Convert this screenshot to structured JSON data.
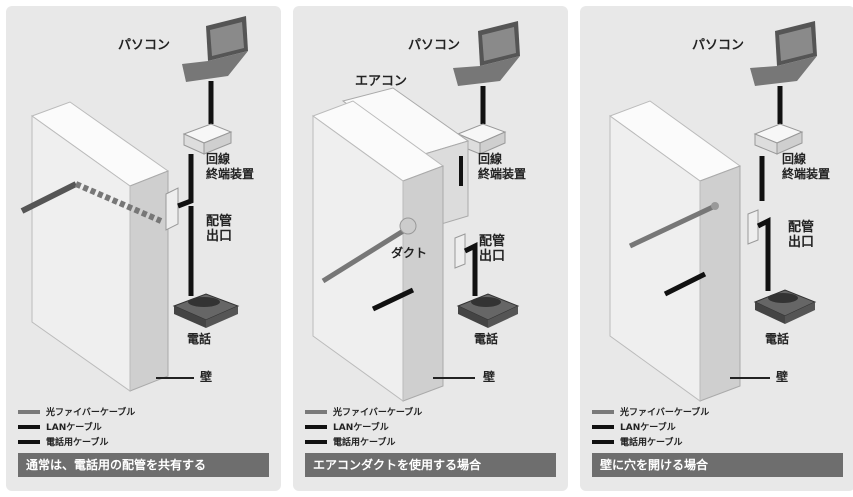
{
  "panels": [
    {
      "pc_label": "パソコン",
      "device_label": "回線\n終端装置",
      "outlet_label": "配管\n出口",
      "phone_label": "電話",
      "wall_label": "壁",
      "caption": "通常は、電話用の配管を共有する"
    },
    {
      "pc_label": "パソコン",
      "aircon_label": "エアコン",
      "duct_label": "ダクト",
      "device_label": "回線\n終端装置",
      "outlet_label": "配管\n出口",
      "phone_label": "電話",
      "wall_label": "壁",
      "caption": "エアコンダクトを使用する場合"
    },
    {
      "pc_label": "パソコン",
      "device_label": "回線\n終端装置",
      "outlet_label": "配管\n出口",
      "phone_label": "電話",
      "wall_label": "壁",
      "caption": "壁に穴を開ける場合"
    }
  ],
  "legend": [
    {
      "label": "光ファイバーケーブル",
      "color": "#7a7a7a"
    },
    {
      "label": "LANケーブル",
      "color": "#111111"
    },
    {
      "label": "電話用ケーブル",
      "color": "#111111"
    }
  ],
  "colors": {
    "panel_bg": "#e8e8e8",
    "wall": "#f2f2f2",
    "caption_bg": "#6e6e6e",
    "fiber": "#7a7a7a",
    "cable": "#111111"
  }
}
